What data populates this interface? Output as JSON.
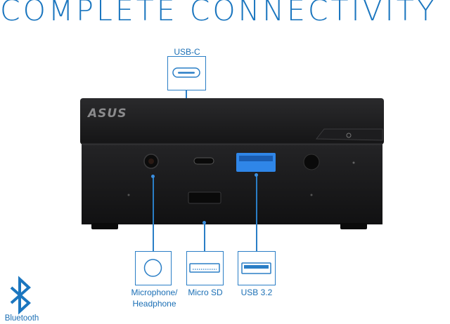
{
  "headline": "COMPLETE CONNECTIVITY",
  "device": {
    "brand_logo": "ASUS"
  },
  "callouts": {
    "usb_c": {
      "label": "USB-C",
      "icon": "usb-c-port-icon"
    },
    "microphone": {
      "label": "Microphone/\nHeadphone",
      "icon": "audio-jack-icon"
    },
    "micro_sd": {
      "label": "Micro SD",
      "icon": "micro-sd-slot-icon"
    },
    "usb_32": {
      "label": "USB 3.2",
      "icon": "usb-a-port-icon"
    }
  },
  "bluetooth": {
    "label": "Bluetooth",
    "icon": "bluetooth-icon"
  },
  "colors": {
    "accent": "#1b76bf",
    "device_body": "#1c1c1e",
    "port_blue": "#2f86e8"
  }
}
